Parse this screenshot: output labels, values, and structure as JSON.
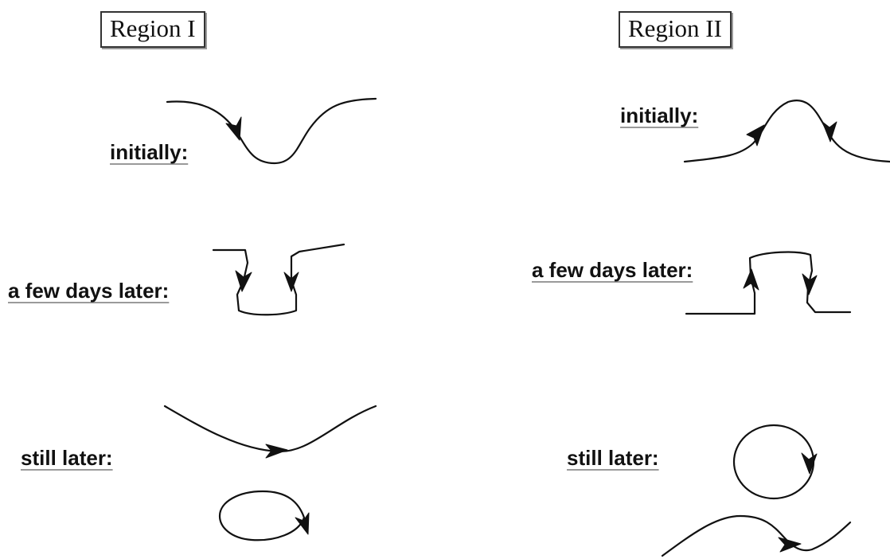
{
  "regions": [
    {
      "title": "Region I",
      "stages": [
        {
          "label": "initially:"
        },
        {
          "label": "a few days later:"
        },
        {
          "label": "still later:"
        }
      ]
    },
    {
      "title": "Region II",
      "stages": [
        {
          "label": "initially:"
        },
        {
          "label": "a few days later:"
        },
        {
          "label": "still later:"
        }
      ]
    }
  ]
}
